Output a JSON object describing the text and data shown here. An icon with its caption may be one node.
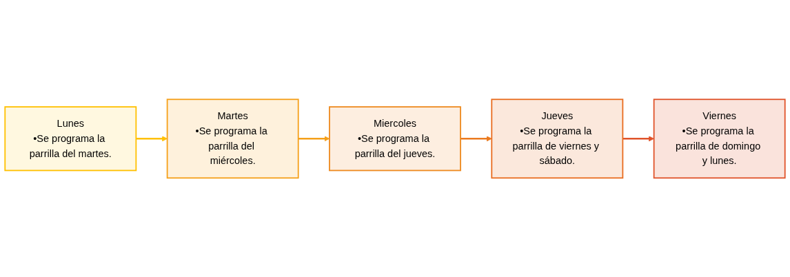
{
  "diagram": {
    "nodes": [
      {
        "text": [
          "Lunes",
          "•Se programa la parrilla del martes."
        ]
      },
      {
        "text": [
          "Martes",
          "•Se programa la parrilla del miércoles."
        ]
      },
      {
        "text": [
          "Miercoles",
          "•Se programa la parrilla del jueves."
        ]
      },
      {
        "text": [
          "Jueves",
          "•Se programa la parrilla de viernes y sábado."
        ]
      },
      {
        "text": [
          "Viernes",
          "•Se programa la parrilla de domingo y lunes."
        ]
      }
    ],
    "edges": [
      {
        "from": 0,
        "to": 1,
        "arrow": "to",
        "color": "#ffc000"
      },
      {
        "from": 1,
        "to": 2,
        "arrow": "to",
        "color": "#f5a01a"
      },
      {
        "from": 2,
        "to": 3,
        "arrow": "to",
        "color": "#eb7a1f"
      },
      {
        "from": 3,
        "to": 4,
        "arrow": "to",
        "color": "#e0532a"
      }
    ]
  }
}
